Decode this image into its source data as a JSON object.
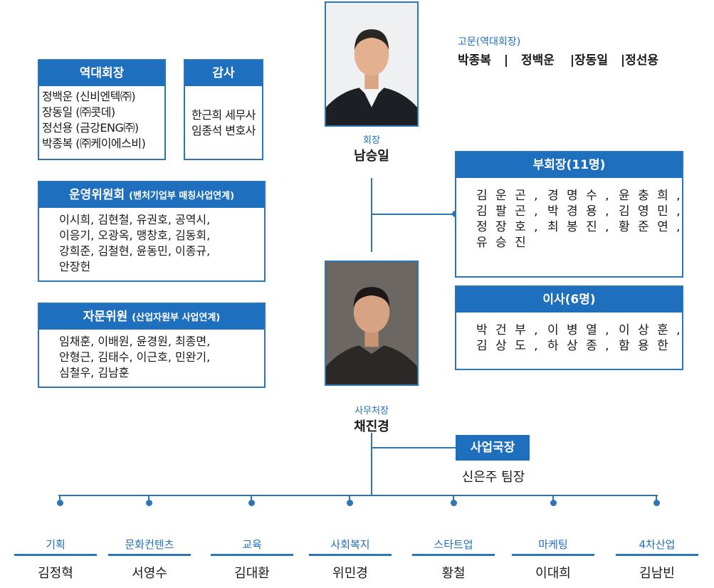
{
  "advisors": {
    "title": "고문(역대회장)",
    "names": [
      "박종복",
      "|",
      "정백운",
      "|장동일",
      "|정선용"
    ]
  },
  "president": {
    "role": "회장",
    "name": "남승일"
  },
  "secretary": {
    "role": "사무처장",
    "name": "채진경"
  },
  "past_presidents": {
    "title": "역대회장",
    "items": [
      "정백운 (신비엔텍㈜)",
      "장동일 (㈜콧데)",
      "정선용 (금강ENG㈜)",
      "박종복 (㈜케이에스비)"
    ]
  },
  "auditors": {
    "title": "감사",
    "items": [
      "한근희 세무사",
      "임종석 변호사"
    ]
  },
  "operating_committee": {
    "title": "운영위원회",
    "subtitle": "(벤처기업부 매칭사업연계)",
    "items": [
      "이시희, 김현철, 유권호, 공역시,",
      "이응기, 오광옥, 맹창호, 김동회,",
      "강희준, 김철현, 윤동민, 이종규,",
      "안장헌"
    ]
  },
  "advisory_committee": {
    "title": "자문위원",
    "subtitle": "(산업자원부 사업연계)",
    "items": [
      "임채훈, 이배원, 윤경원, 최종면,",
      "안형근, 김태수, 이근호, 민완기,",
      "심철우, 김남훈"
    ]
  },
  "vice_presidents": {
    "title": "부회장(11명)",
    "names": [
      "김 운 곤 ,",
      "경 명 수 ,",
      "윤 충 희 ,",
      "김 팔 곤 ,",
      "박 경 용 ,",
      "김 영 민 ,",
      "정 장 호 ,",
      "최 봉 진 ,",
      "황 준 연 ,",
      "유 승 진",
      "",
      ""
    ]
  },
  "directors": {
    "title": "이사(6명)",
    "names": [
      "박 건 부 ,",
      "이 병 열 ,",
      "이 상 훈 ,",
      "김 상 도 ,",
      "하 상 종 ,",
      "함 용 한"
    ]
  },
  "business_director": {
    "title": "사업국장",
    "name": "신은주 팀장"
  },
  "departments": [
    {
      "name": "기획",
      "person": "김정혁"
    },
    {
      "name": "문화컨텐츠",
      "person": "서영수"
    },
    {
      "name": "교육",
      "person": "김대환"
    },
    {
      "name": "사회복지",
      "person": "위민경"
    },
    {
      "name": "스타트업",
      "person": "황철"
    },
    {
      "name": "마케팅",
      "person": "이대희"
    },
    {
      "name": "4차산업",
      "person": "김남빈"
    }
  ],
  "colors": {
    "accent": "#1f6fbf",
    "line": "#2e75b6"
  }
}
